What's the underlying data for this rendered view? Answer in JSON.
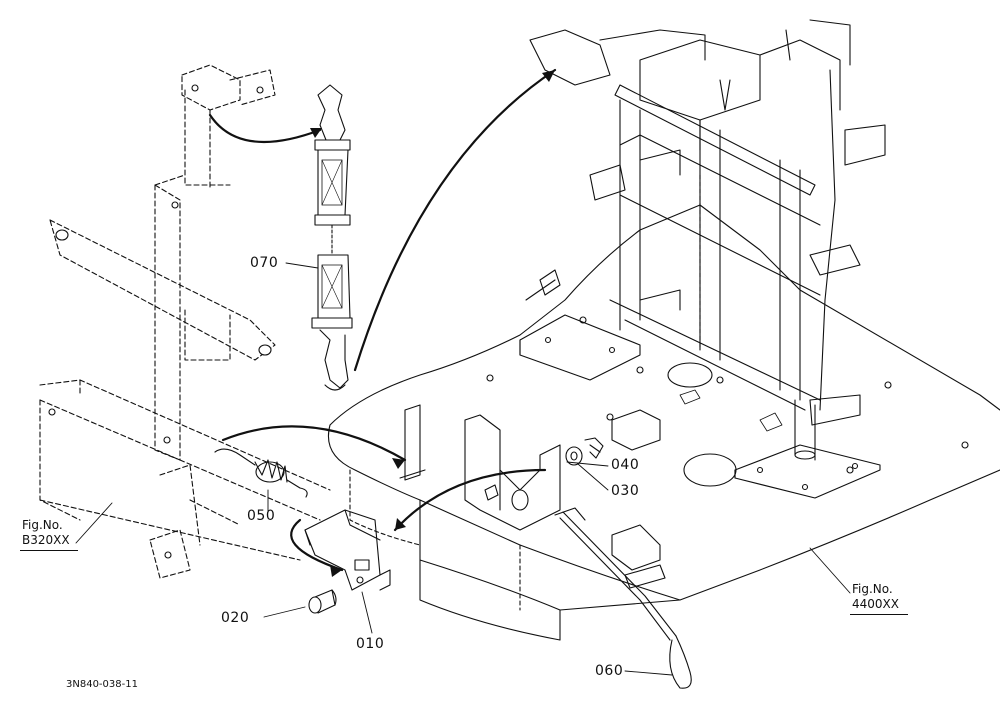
{
  "parts": [
    {
      "id": "p070",
      "label": "070"
    },
    {
      "id": "p040",
      "label": "040"
    },
    {
      "id": "p030",
      "label": "030"
    },
    {
      "id": "p050",
      "label": "050"
    },
    {
      "id": "p020",
      "label": "020"
    },
    {
      "id": "p010",
      "label": "010"
    },
    {
      "id": "p060",
      "label": "060"
    }
  ],
  "figure_refs": [
    {
      "id": "fig-left",
      "line1": "Fig.No.",
      "line2": "B320XX"
    },
    {
      "id": "fig-right",
      "line1": "Fig.No.",
      "line2": "4400XX"
    }
  ],
  "drawing_code": "3N840-038-11"
}
